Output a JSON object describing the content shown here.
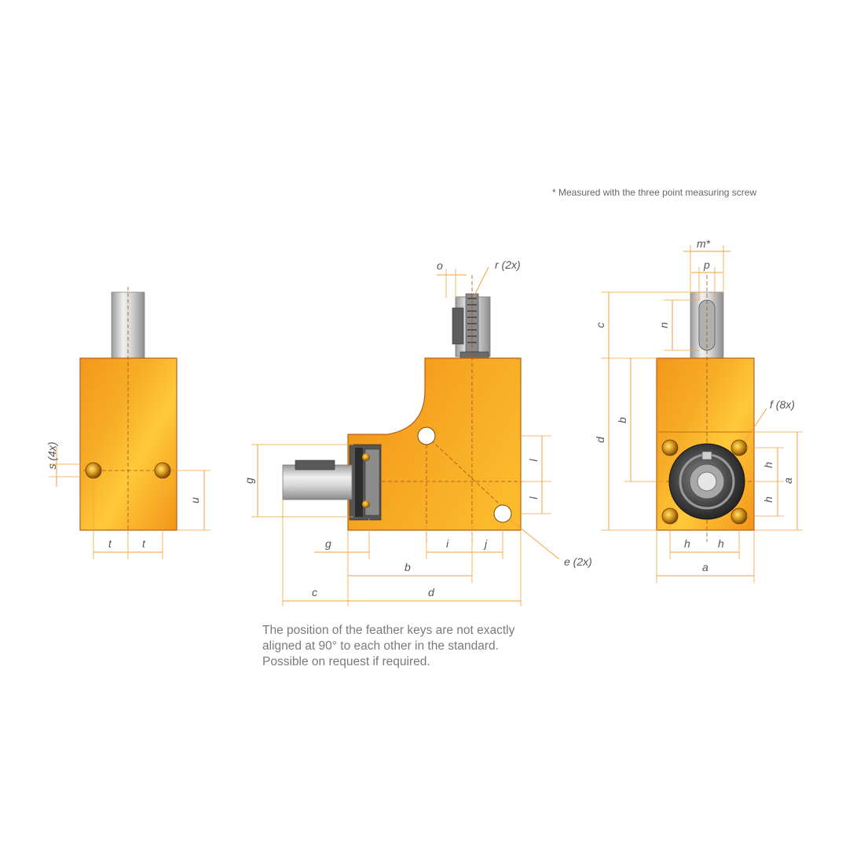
{
  "notes": {
    "measured": "*  Measured with the three point measuring screw",
    "feather_keys": [
      "The position of the feather keys are not exactly",
      "aligned at 90° to each other in the standard.",
      "Possible on request if required."
    ]
  },
  "left_view": {
    "labels": {
      "s": "s (4x)",
      "t1": "t",
      "t2": "t",
      "u": "u"
    }
  },
  "middle_view": {
    "labels": {
      "o": "o",
      "r": "r (2x)",
      "g": "g",
      "l1": "l",
      "l2": "l",
      "g2": "g",
      "i": "i",
      "j": "j",
      "e": "e (2x)",
      "b": "b",
      "c": "c",
      "d": "d"
    }
  },
  "right_view": {
    "labels": {
      "m": "m*",
      "p": "p",
      "c": "c",
      "n": "n",
      "b": "b",
      "d": "d",
      "f": "f (8x)",
      "h1": "h",
      "h2": "h",
      "a": "a",
      "h3": "h",
      "h4": "h",
      "a2": "a"
    }
  },
  "colors": {
    "body_orange": "#f29a1e",
    "body_highlight": "#ffd13a",
    "dimension_lines": "#f2a240",
    "shaft_steel": "#c9c9c9"
  }
}
